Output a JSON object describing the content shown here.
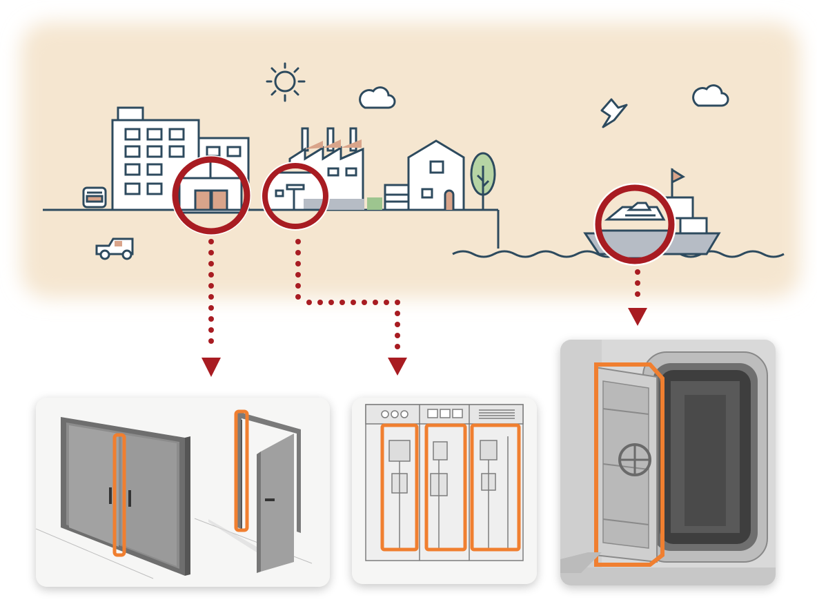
{
  "illustration": {
    "scene": "city-industry-maritime",
    "callouts": [
      {
        "id": "building-entrance",
        "target": "double-door"
      },
      {
        "id": "factory-entrance",
        "target": "switch-cabinet"
      },
      {
        "id": "ship-cabin",
        "target": "watertight-hatch-door"
      }
    ],
    "icons": [
      "sun-icon",
      "cloud-icon",
      "cloud-icon",
      "bird-icon",
      "office-building-icon",
      "factory-icon",
      "house-icon",
      "tree-icon",
      "bus-icon",
      "car-icon",
      "ship-icon",
      "flag-icon"
    ]
  },
  "colors": {
    "sky_background": "#f6e8d3",
    "line_art": "#2d4a5e",
    "callout_ring": "#a81c22",
    "seal_highlight": "#f07f30",
    "accent_fill": "#d9a48a",
    "water": "#2d4a5e"
  }
}
